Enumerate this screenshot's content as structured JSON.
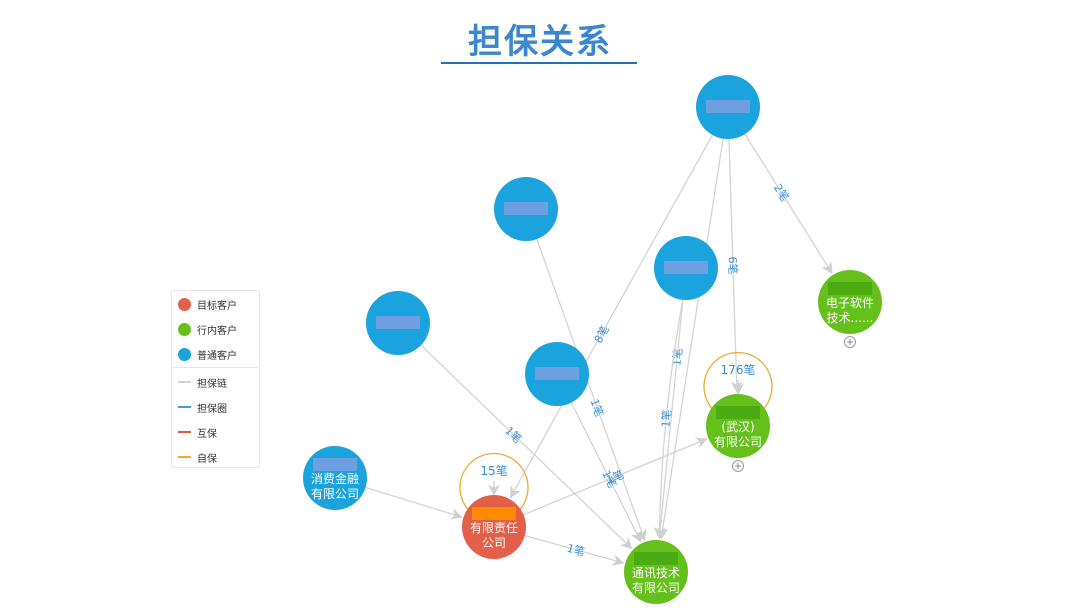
{
  "title": "担保关系",
  "legend": {
    "items": [
      {
        "label": "目标客户",
        "kind": "dot",
        "color": "#e2604a"
      },
      {
        "label": "行内客户",
        "kind": "dot",
        "color": "#66c01b"
      },
      {
        "label": "普通客户",
        "kind": "dot",
        "color": "#1aa3dc"
      },
      {
        "label": "担保链",
        "kind": "line",
        "color": "#d4d4d4"
      },
      {
        "label": "担保圈",
        "kind": "line",
        "color": "#3a9ee0"
      },
      {
        "label": "互保",
        "kind": "line",
        "color": "#e05a4a"
      },
      {
        "label": "自保",
        "kind": "line",
        "color": "#f0a830"
      }
    ]
  },
  "colors": {
    "target": "#e2604a",
    "bank": "#66c01b",
    "normal": "#1aa3dc",
    "edge": "#d4d4d4",
    "self_loop": "#f0a830",
    "edge_label": "#3a8fd6",
    "mask_blue": "#6e9fe0",
    "mask_green": "#4caa12",
    "mask_orange": "#ff8c00"
  },
  "nodes": [
    {
      "id": "A",
      "type": "normal",
      "lines": []
    },
    {
      "id": "B",
      "type": "normal",
      "lines": []
    },
    {
      "id": "C",
      "type": "normal",
      "lines": []
    },
    {
      "id": "D",
      "type": "normal",
      "lines": []
    },
    {
      "id": "E",
      "type": "normal",
      "lines": []
    },
    {
      "id": "F",
      "type": "normal",
      "lines": [
        "消费金融",
        "有限公司"
      ]
    },
    {
      "id": "T",
      "type": "target",
      "lines": [
        "有限责任",
        "公司"
      ]
    },
    {
      "id": "G1",
      "type": "bank",
      "lines": [
        "电子软件",
        "技术......"
      ],
      "expand": true
    },
    {
      "id": "G2",
      "type": "bank",
      "lines": [
        "(武汉)",
        "有限公司"
      ],
      "expand": true
    },
    {
      "id": "G3",
      "type": "bank",
      "lines": [
        "通讯技术",
        "有限公司"
      ]
    }
  ],
  "edges": [
    {
      "from": "A",
      "to": "G1",
      "label": "2笔"
    },
    {
      "from": "A",
      "to": "G2",
      "label": "6笔"
    },
    {
      "from": "A",
      "to": "T",
      "label": "8笔"
    },
    {
      "from": "A",
      "to": "G3",
      "label": ""
    },
    {
      "from": "B",
      "to": "G3",
      "label": "1笔"
    },
    {
      "from": "C",
      "to": "G3",
      "label": "1笔"
    },
    {
      "from": "C",
      "to": "G3",
      "label": "1笔"
    },
    {
      "from": "D",
      "to": "G3",
      "label": "1笔"
    },
    {
      "from": "E",
      "to": "G3",
      "label": "1笔"
    },
    {
      "from": "F",
      "to": "T",
      "label": ""
    },
    {
      "from": "T",
      "to": "G2",
      "label": "1笔"
    },
    {
      "from": "T",
      "to": "G3",
      "label": "1笔"
    }
  ],
  "self_loops": [
    {
      "node": "G2",
      "label": "176笔"
    },
    {
      "node": "T",
      "label": "15笔"
    }
  ]
}
